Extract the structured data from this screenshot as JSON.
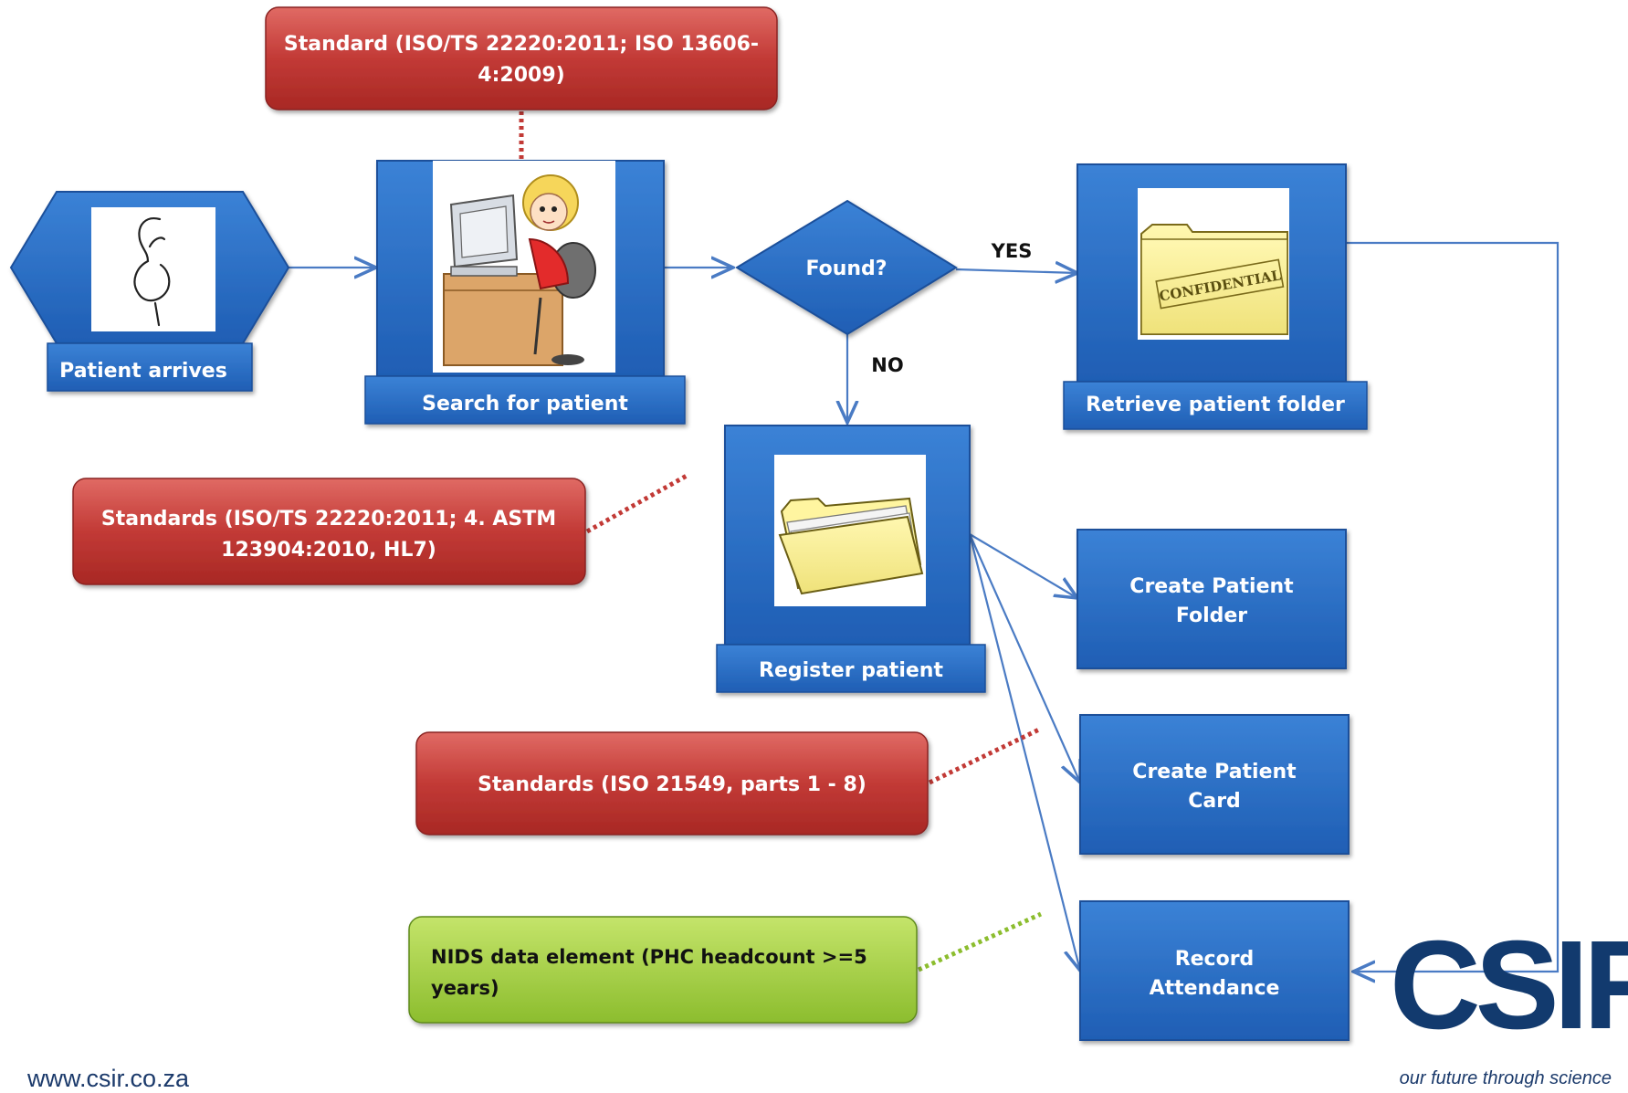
{
  "nodes": {
    "patient_arrives": "Patient arrives",
    "search_patient": "Search for patient",
    "found": "Found?",
    "retrieve_folder": "Retrieve patient folder",
    "register_patient": "Register patient",
    "create_folder_l1": "Create Patient",
    "create_folder_l2": "Folder",
    "create_card_l1": "Create Patient",
    "create_card_l2": "Card",
    "record_att_l1": "Record",
    "record_att_l2": "Attendance"
  },
  "edges": {
    "yes": "YES",
    "no": "NO"
  },
  "notes": {
    "standard_top_l1": "Standard (ISO/TS 22220:2011; ISO 13606-",
    "standard_top_l2": "4:2009)",
    "standards_mid_l1": "Standards (ISO/TS 22220:2011; 4. ASTM",
    "standards_mid_l2": "123904:2010, HL7)",
    "standards_iso": "Standards (ISO 21549, parts 1 - 8)",
    "nids_l1": "NIDS data element (PHC headcount >=5",
    "nids_l2": "years)"
  },
  "images": {
    "confidential": "CONFIDENTIAL"
  },
  "footer": {
    "url": "www.csir.co.za",
    "logo": "CSIR",
    "tagline": "our future through science"
  },
  "colors": {
    "process_blue": "#2e6fc4",
    "note_red": "#c23a36",
    "note_green": "#9ccc3c",
    "edge_blue": "#4a7bc4"
  }
}
